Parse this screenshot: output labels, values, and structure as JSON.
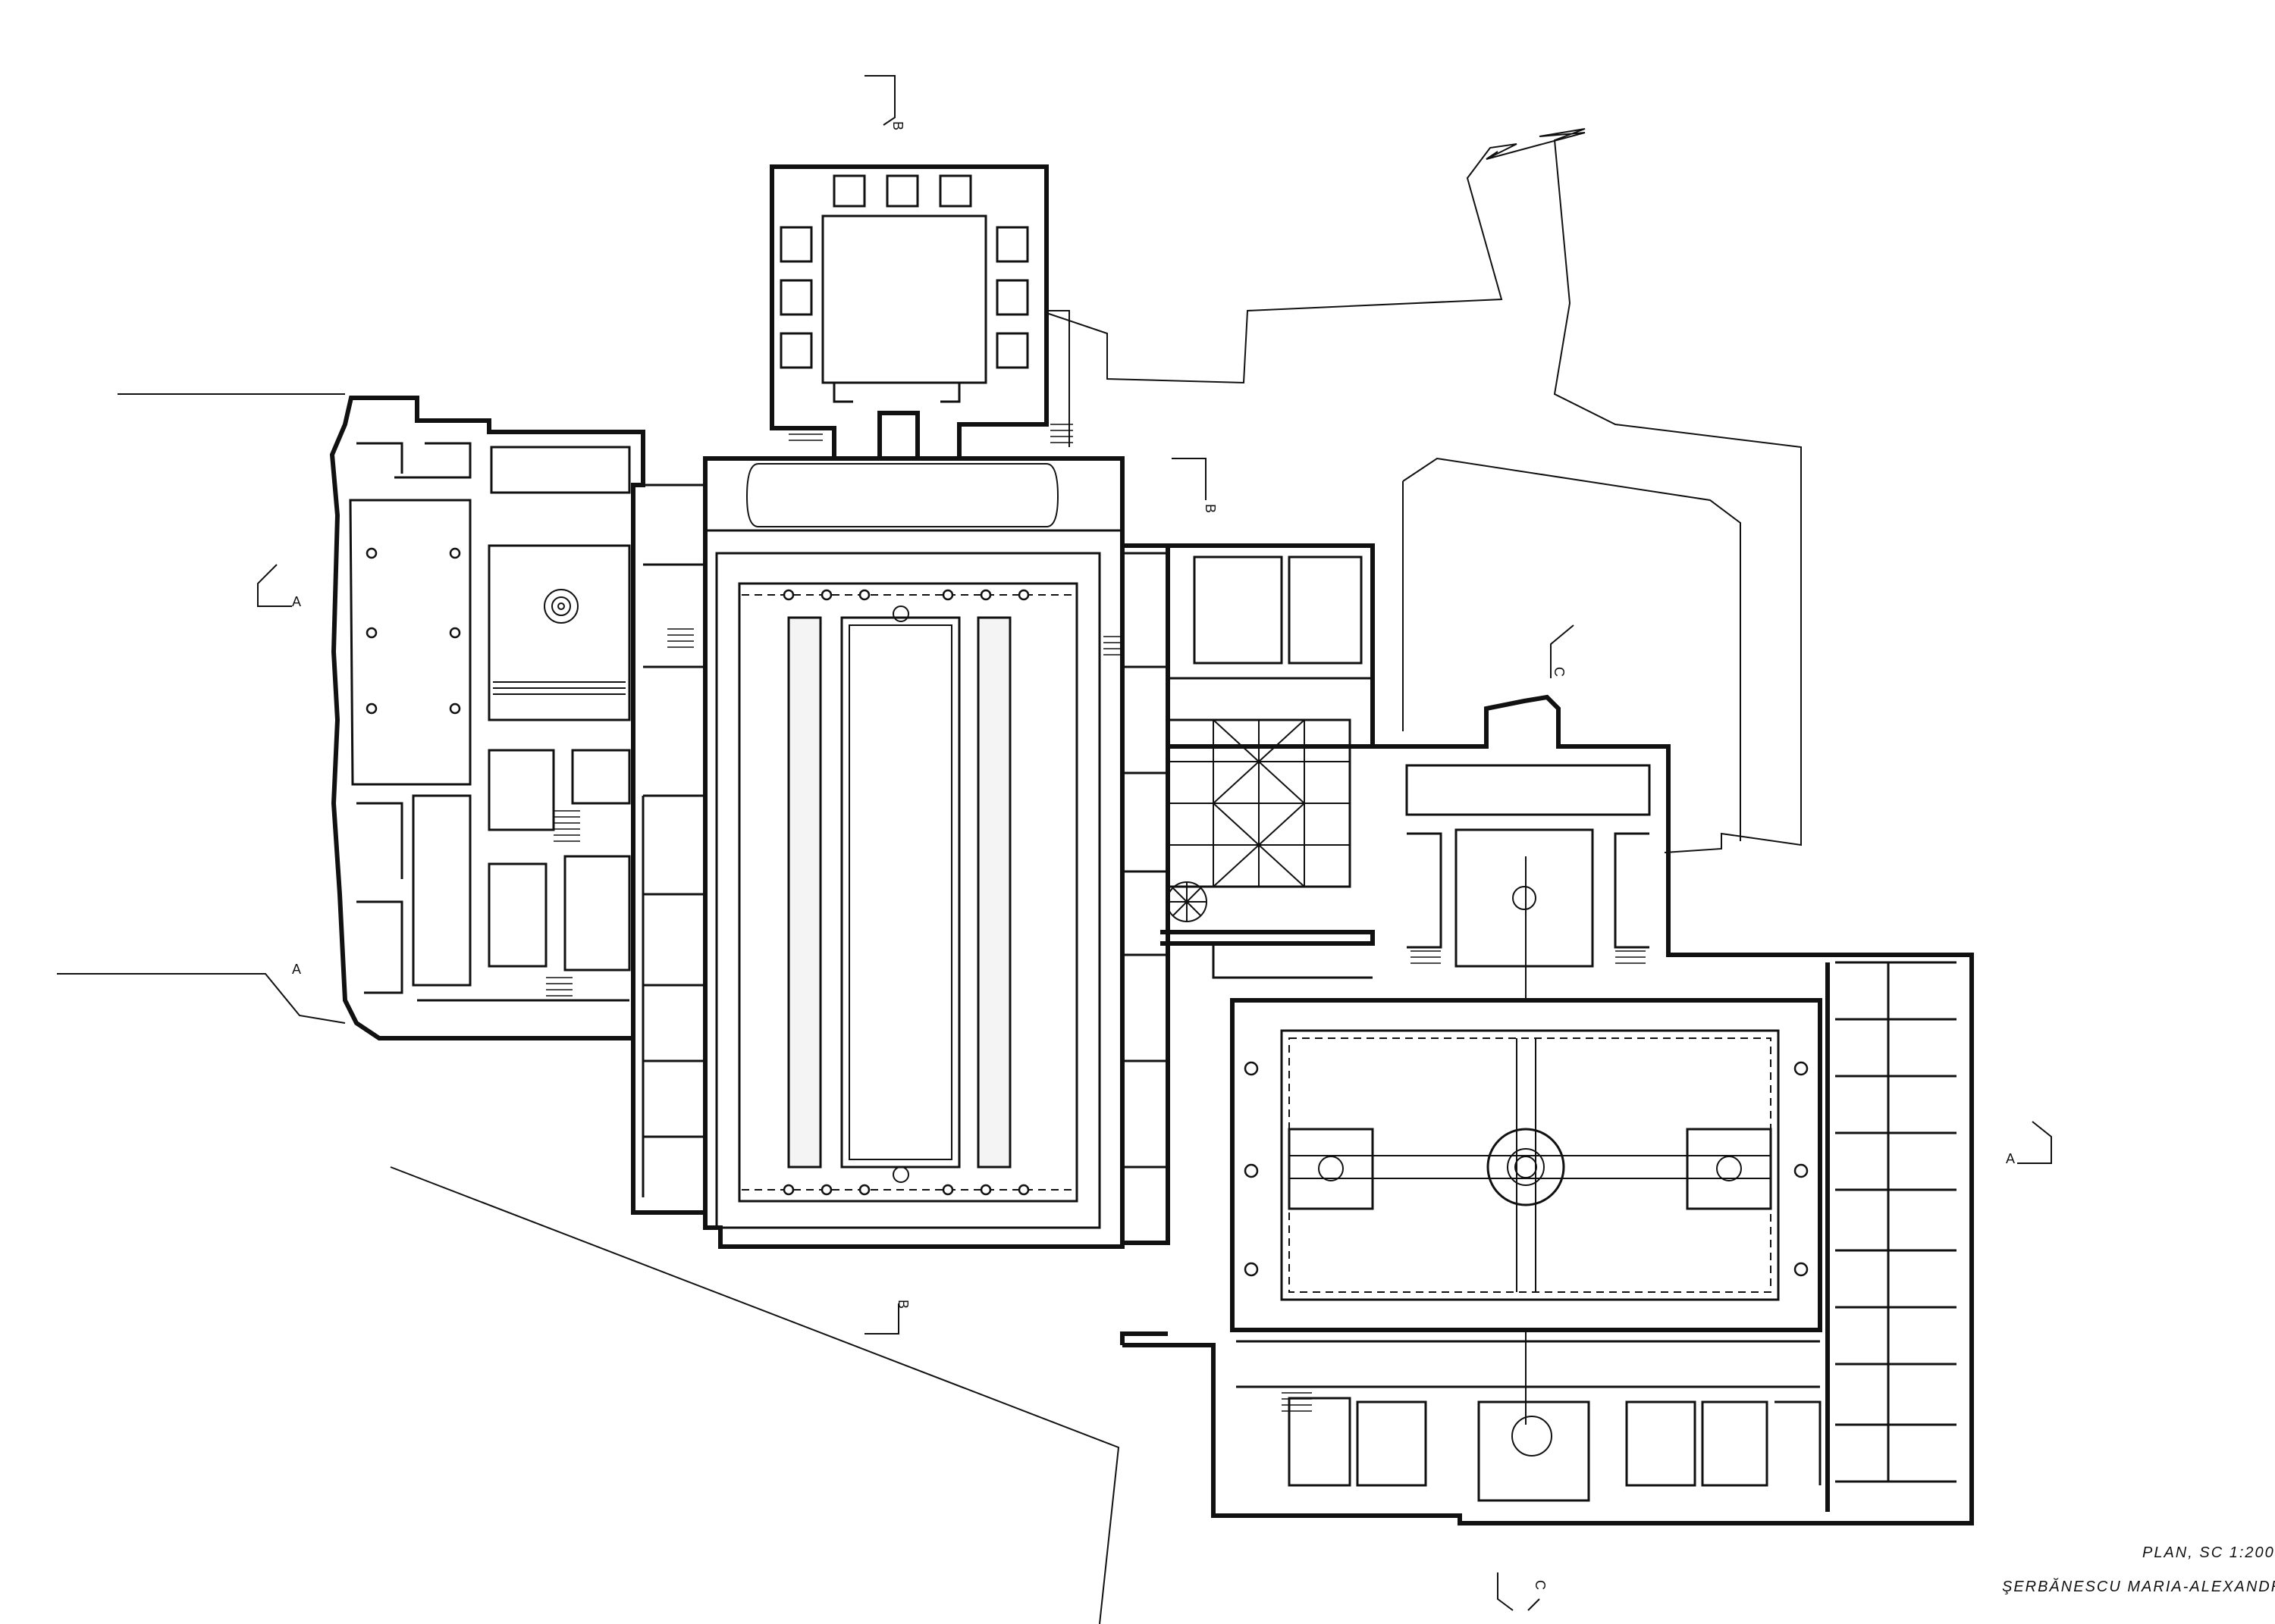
{
  "drawing": {
    "scale_label": "PLAN, SC 1:200",
    "author": "ŞERBĂNESCU MARIA-ALEXANDRIA"
  },
  "section_markers": {
    "a_left": "A",
    "a_left_bottom": "A",
    "a_right": "A",
    "b_top": "B",
    "b_mid": "B",
    "b_bottom": "B",
    "c_top": "C",
    "c_bottom": "C"
  }
}
